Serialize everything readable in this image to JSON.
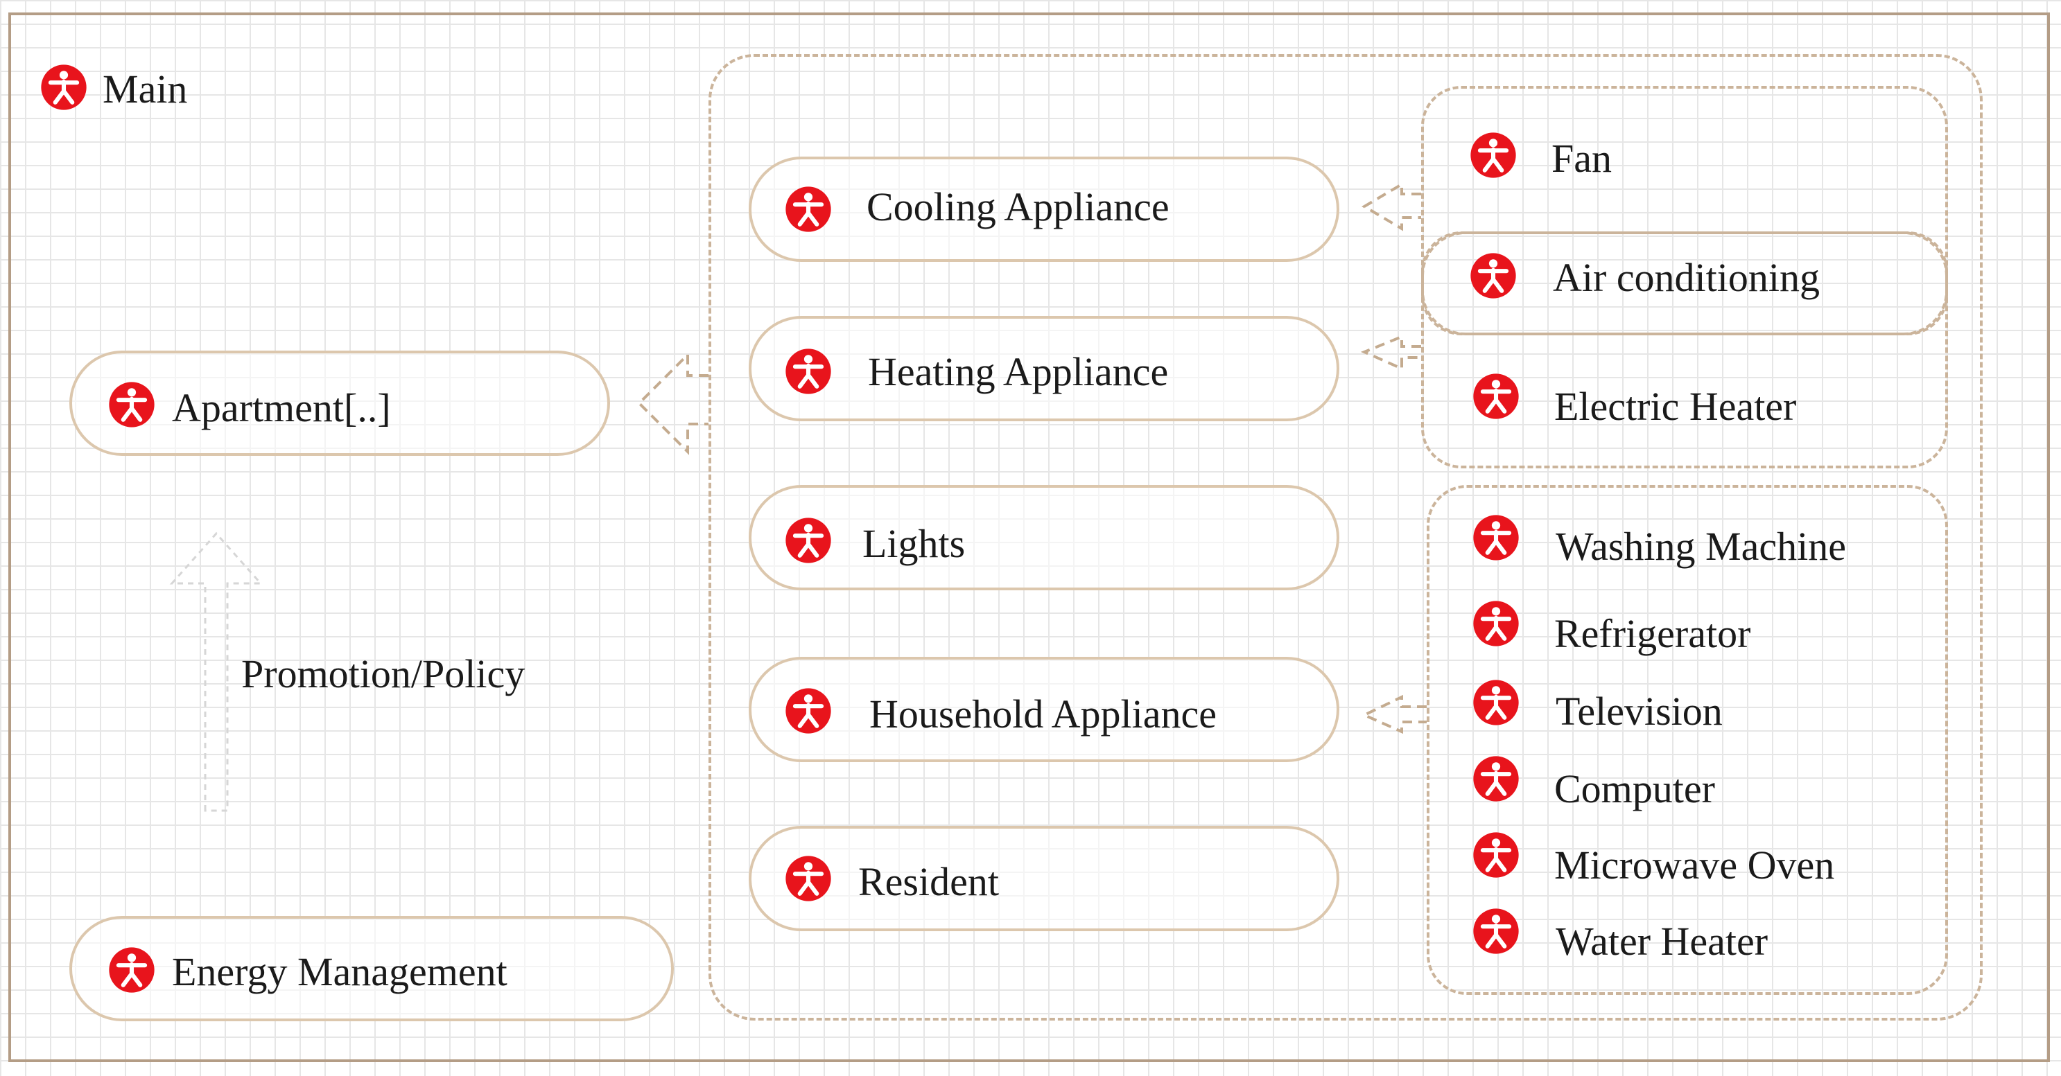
{
  "icon": "actor-icon",
  "colors": {
    "icon_red": "#e8141c",
    "pill_border": "#dcc7ad",
    "dash_border": "#cbb49b"
  },
  "main": {
    "label": "Main"
  },
  "left": {
    "apartment": "Apartment[..]",
    "promotion": "Promotion/Policy",
    "energy": "Energy Management"
  },
  "center": [
    {
      "label": "Cooling Appliance"
    },
    {
      "label": "Heating Appliance"
    },
    {
      "label": "Lights"
    },
    {
      "label": "Household Appliance"
    },
    {
      "label": "Resident"
    }
  ],
  "cooling_group": [
    {
      "label": "Fan"
    },
    {
      "label": "Air conditioning"
    }
  ],
  "heating_group": [
    {
      "label": "Electric Heater"
    }
  ],
  "household_group": [
    {
      "label": "Washing Machine"
    },
    {
      "label": "Refrigerator"
    },
    {
      "label": "Television"
    },
    {
      "label": "Computer"
    },
    {
      "label": "Microwave Oven"
    },
    {
      "label": "Water Heater"
    }
  ]
}
